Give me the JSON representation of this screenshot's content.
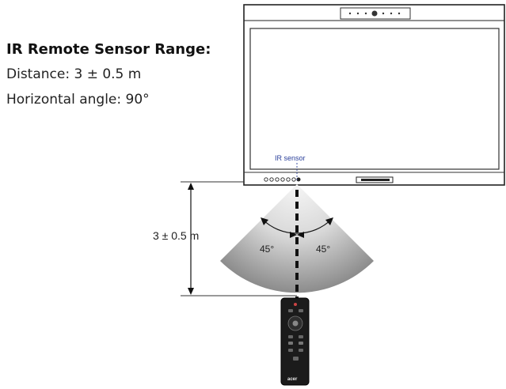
{
  "spec": {
    "title": "IR Remote Sensor Range:",
    "distance_label": "Distance:",
    "distance_value": "3 ± 0.5 m",
    "angle_label": "Horizontal angle:",
    "angle_value": "90°"
  },
  "diagram": {
    "sensor_label": "IR sensor",
    "distance_annotation": "3 ± 0.5 m",
    "angle_left": "45°",
    "angle_right": "45°",
    "remote_brand": "acer"
  },
  "colors": {
    "line": "#111111",
    "sensor_label": "#2a3f9a",
    "cone_gradient_center": "#f4f4f4",
    "cone_gradient_edge": "#7a7a7a"
  },
  "icons": [
    "monitor-icon",
    "remote-control-icon",
    "ir-sensor-icon"
  ]
}
